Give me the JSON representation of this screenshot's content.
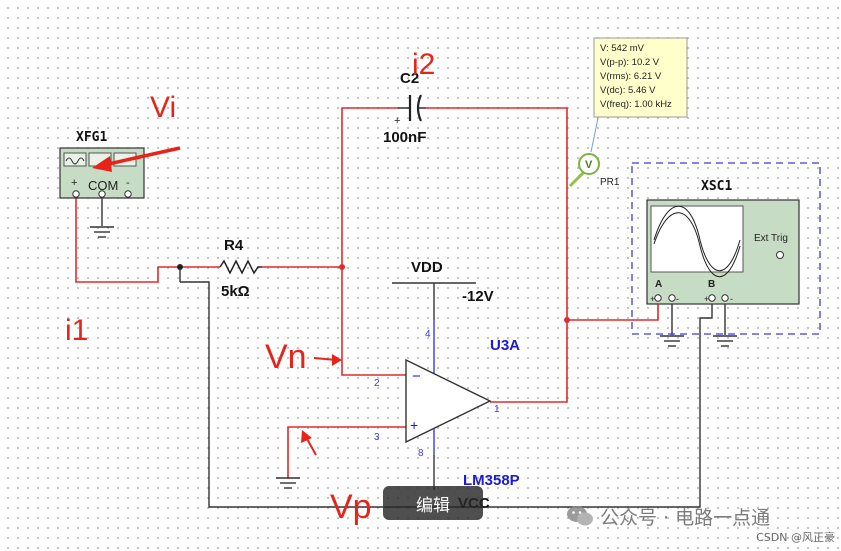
{
  "components": {
    "fgen": {
      "name": "XFG1",
      "terminals": {
        "plus": "+",
        "com": "COM",
        "minus": "-"
      }
    },
    "resistor": {
      "name": "R4",
      "value": "5kΩ"
    },
    "capacitor": {
      "name": "C2",
      "value": "100nF",
      "polarity": "+"
    },
    "probe": {
      "symbol": "V",
      "name": "PR1"
    },
    "opamp": {
      "name": "U3A",
      "part": "LM358P",
      "inverting": "−",
      "noninverting": "+",
      "pins": {
        "p2": "2",
        "p3": "3",
        "p1": "1",
        "p4": "4",
        "p8": "8"
      }
    },
    "supply": {
      "vdd": "VDD",
      "neg": "-12V",
      "vcc": "VCC"
    },
    "scope": {
      "name": "XSC1",
      "ext_trig": "Ext Trig",
      "channel_a": "A",
      "channel_b": "B",
      "plus": "+",
      "minus": "-"
    }
  },
  "probe_readout": [
    "V: 542 mV",
    "V(p-p): 10.2 V",
    "V(rms): 6.21 V",
    "V(dc): 5.46 V",
    "V(freq): 1.00 kHz"
  ],
  "annotations": {
    "vi": "Vi",
    "i2": "i2",
    "i1": "i1",
    "vn": "Vn",
    "vp": "Vp"
  },
  "overlay": {
    "edit_button": "编辑",
    "watermark": "公众号 · 电路一点通",
    "credit": "CSDN @风正豪"
  },
  "colors": {
    "wire": "#e32b2b",
    "label_blue": "#1a1ad8",
    "annotation_red": "#e8241a",
    "instrument_green": "#c7dcc4",
    "tooltip_yellow": "#ffffcc"
  }
}
